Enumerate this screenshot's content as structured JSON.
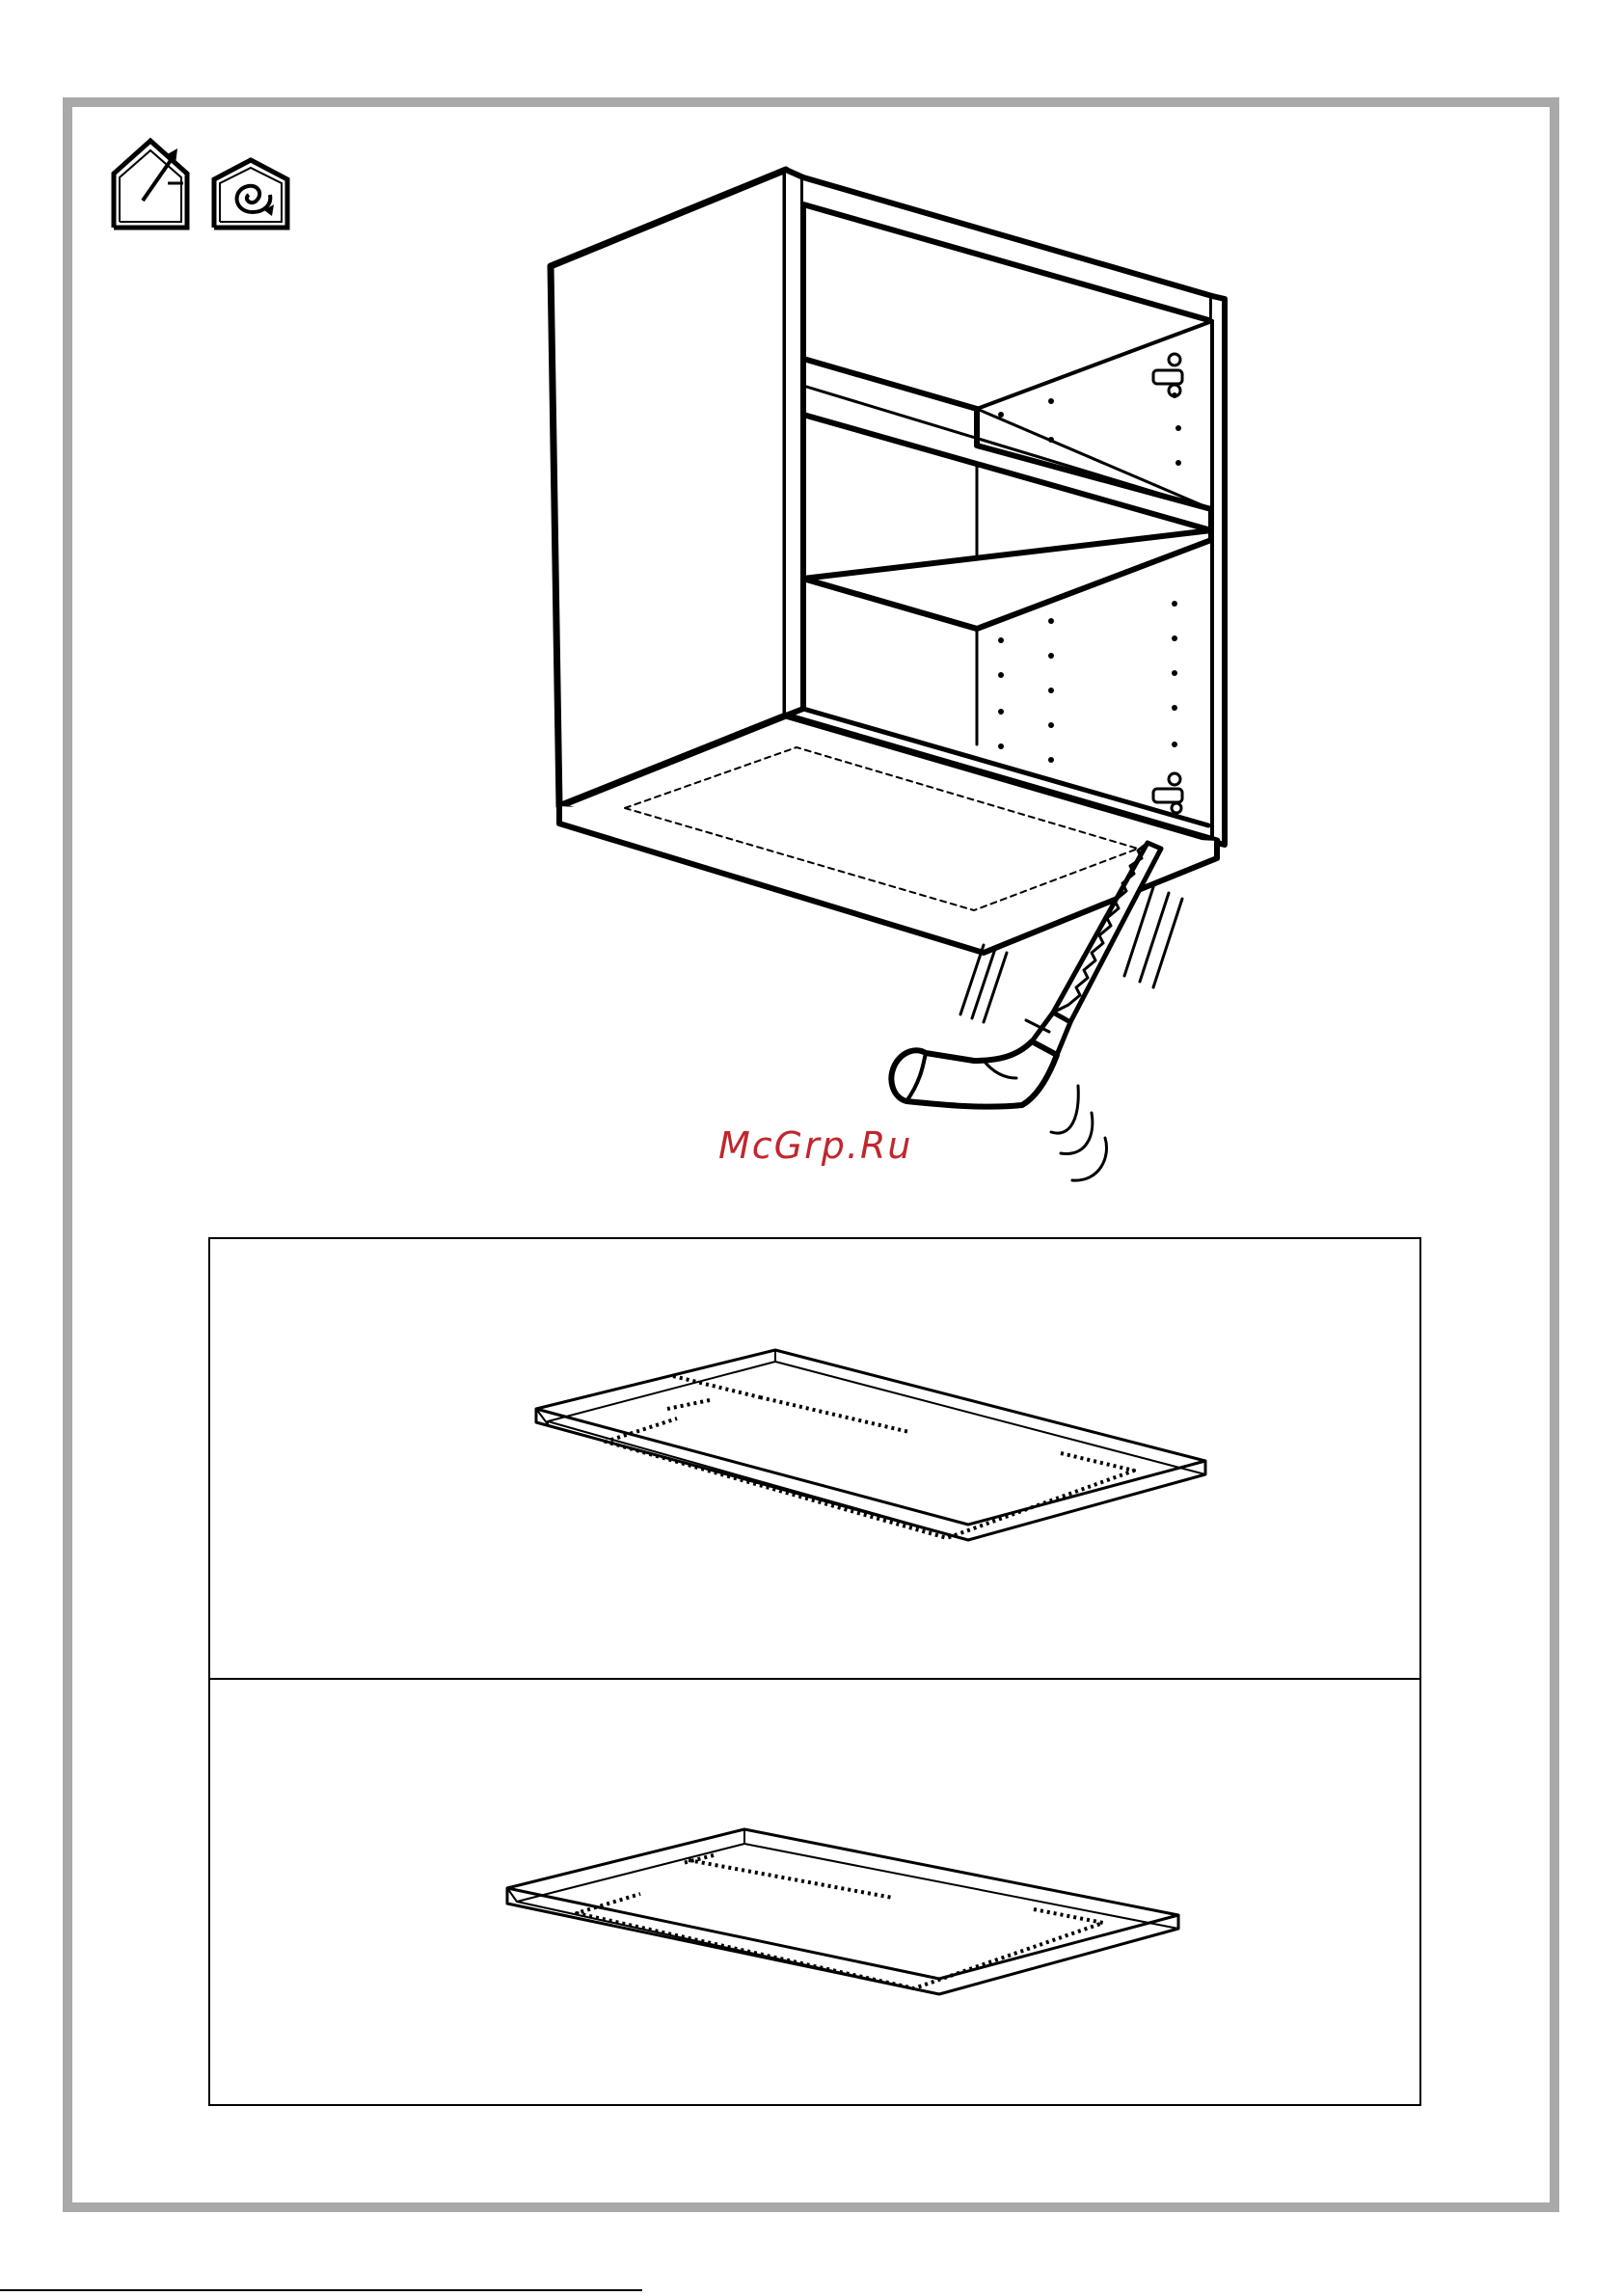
{
  "watermark": {
    "text": "McGrp.Ru",
    "color": "#c0272d"
  },
  "icons": [
    {
      "name": "ventilation-house-icon"
    },
    {
      "name": "circulation-house-icon"
    }
  ],
  "illustrations": {
    "top": "cabinet-with-saw",
    "panel_1": "shelf-with-dotted-cutout-large",
    "panel_2": "shelf-with-dotted-cutout-small"
  },
  "colors": {
    "frame": "#a9a9a9",
    "line": "#000000"
  }
}
